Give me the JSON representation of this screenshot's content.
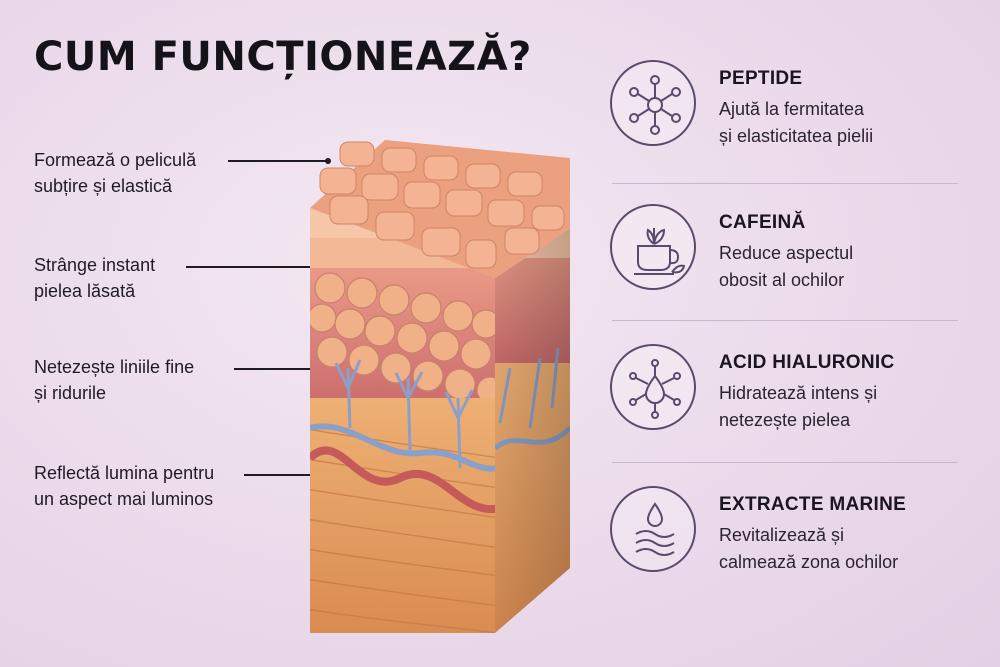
{
  "title": "CUM FUNCȚIONEAZĂ?",
  "callouts": [
    {
      "line1": "Formează o peliculă",
      "line2": "subțire și elastică"
    },
    {
      "line1": "Strânge instant",
      "line2": "pielea lăsată"
    },
    {
      "line1": "Netezește liniile fine",
      "line2": "și ridurile"
    },
    {
      "line1": "Reflectă lumina pentru",
      "line2": "un aspect mai luminos"
    }
  ],
  "ingredients": [
    {
      "name": "PEPTIDE",
      "line1": "Ajută la fermitatea",
      "line2": "și elasticitatea pielii",
      "icon": "molecule-network-icon"
    },
    {
      "name": "CAFEINĂ",
      "line1": "Reduce aspectul",
      "line2": "obosit al ochilor",
      "icon": "coffee-cup-icon"
    },
    {
      "name": "ACID HIALURONIC",
      "line1": "Hidratează intens și",
      "line2": "netezește pielea",
      "icon": "water-drop-molecule-icon"
    },
    {
      "name": "EXTRACTE MARINE",
      "line1": "Revitalizează și",
      "line2": "calmează zona ochilor",
      "icon": "drop-waves-icon"
    }
  ],
  "colors": {
    "background": "#ecdcec",
    "icon_stroke": "#5b4a6b",
    "skin_top": "#f3ac8c",
    "dermis": "#d77f7a",
    "fat": "#eaa56a",
    "vein": "#8aa0c8",
    "artery": "#c45a5a"
  }
}
